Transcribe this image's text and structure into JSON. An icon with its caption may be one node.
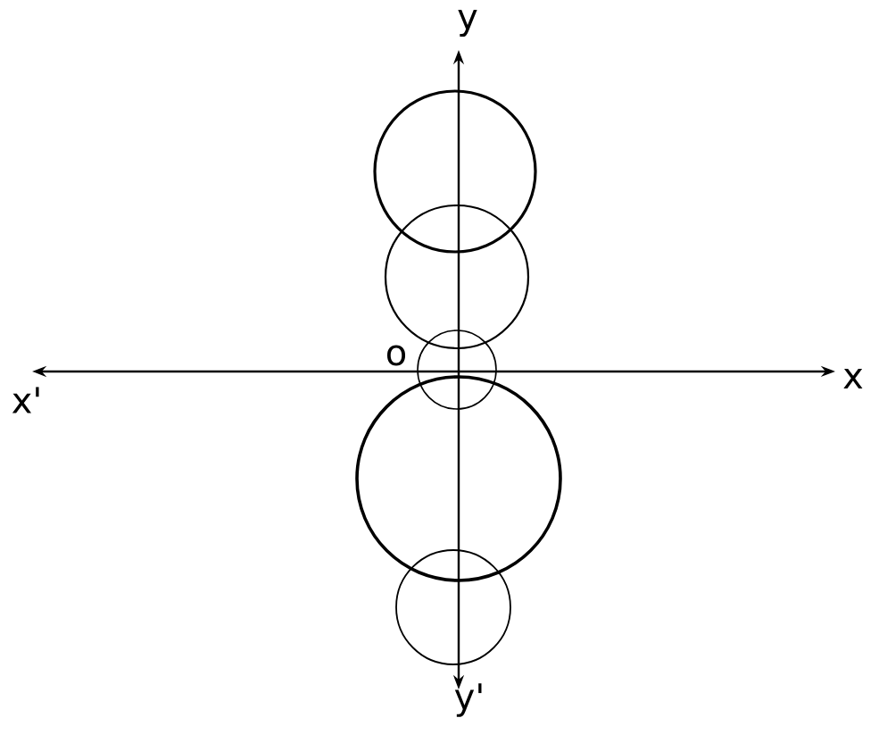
{
  "diagram": {
    "nodes": [
      {
        "text": [],
        "shape": "circle"
      },
      {
        "text": [],
        "shape": "circle"
      },
      {
        "text": [],
        "shape": "circle"
      },
      {
        "text": [],
        "shape": "circle"
      },
      {
        "text": [],
        "shape": "circle"
      }
    ],
    "labels": [
      "y",
      "o",
      "x'",
      "x",
      "y'"
    ]
  }
}
